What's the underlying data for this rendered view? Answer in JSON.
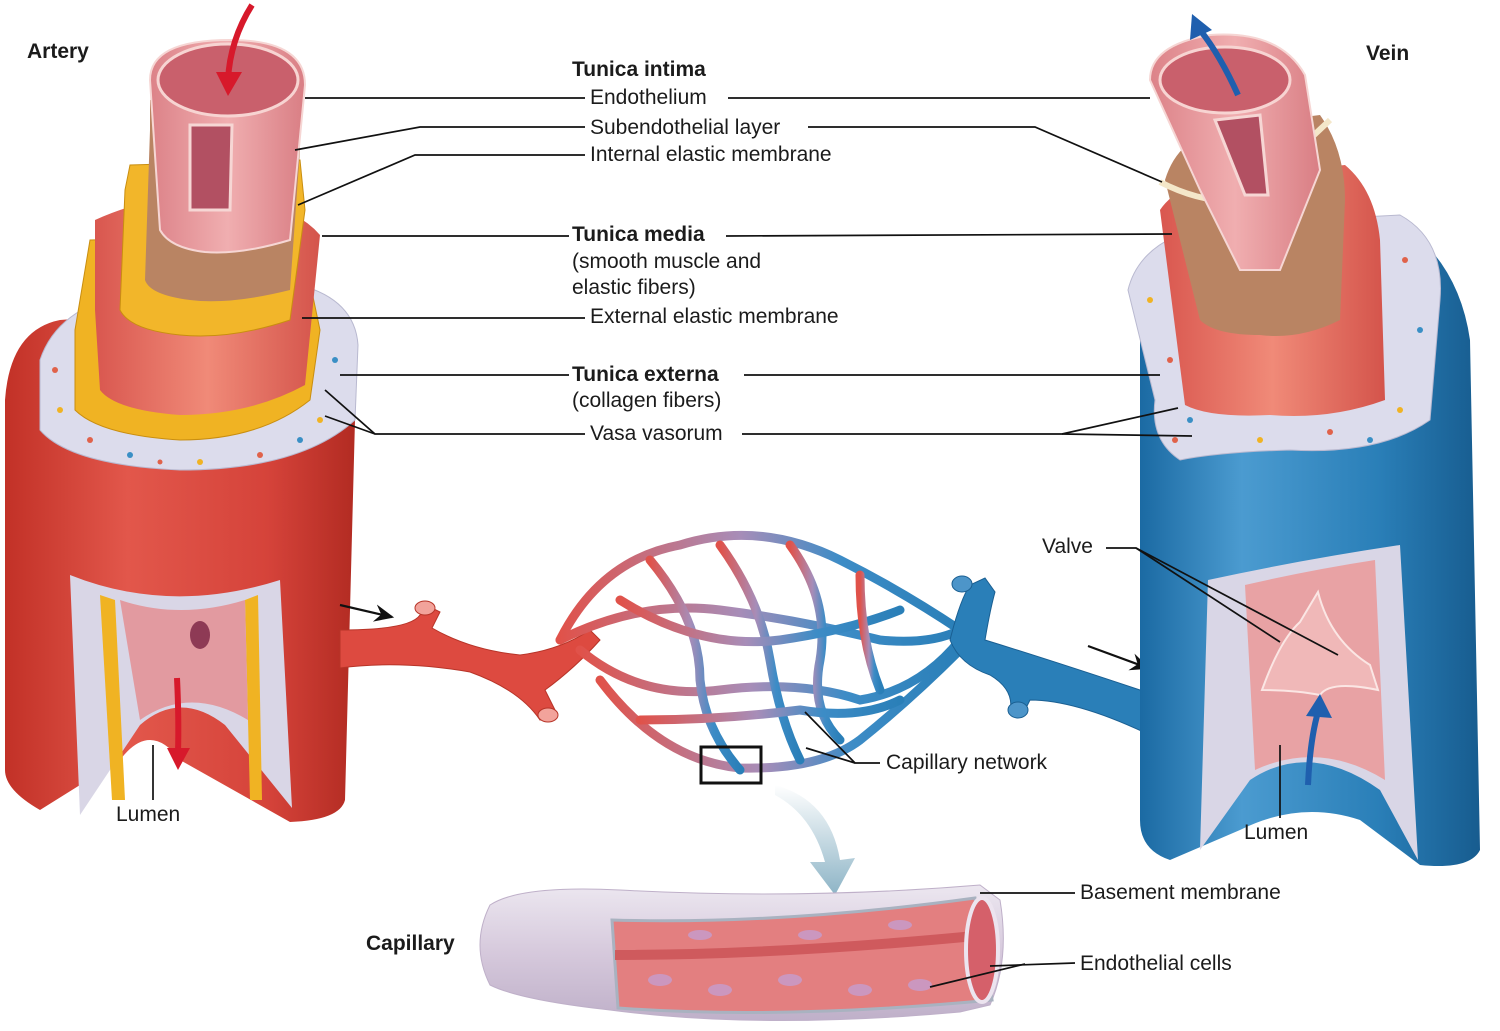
{
  "figure": {
    "vessels": {
      "artery": "Artery",
      "vein": "Vein",
      "capillary": "Capillary"
    },
    "wall_labels": {
      "tunica_intima": "Tunica intima",
      "endothelium": "Endothelium",
      "subendothelial_layer": "Subendothelial layer",
      "internal_elastic_membrane": "Internal elastic membrane",
      "tunica_media": "Tunica media",
      "tunica_media_note_1": "(smooth muscle and",
      "tunica_media_note_2": "elastic fibers)",
      "external_elastic_membrane": "External elastic membrane",
      "tunica_externa": "Tunica externa",
      "tunica_externa_note": "(collagen fibers)",
      "vasa_vasorum": "Vasa vasorum"
    },
    "other_labels": {
      "artery_lumen": "Lumen",
      "vein_lumen": "Lumen",
      "valve": "Valve",
      "capillary_network": "Capillary network",
      "basement_membrane": "Basement membrane",
      "endothelial_cells": "Endothelial cells"
    },
    "colors": {
      "artery_red": "#d8433a",
      "vein_blue": "#2a7fb8",
      "arrow_red": "#d7192b",
      "arrow_blue": "#1f5fae",
      "elastic_yellow": "#f0b323",
      "intima_pink": "#e79a9c",
      "externa_lavender": "#d9d9ea",
      "subendothelial_tan": "#b98463",
      "zoom_arrow": "#9ebfcd"
    }
  }
}
